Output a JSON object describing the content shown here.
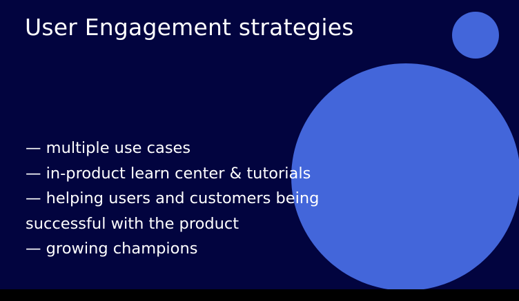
{
  "slide": {
    "title": "User Engagement strategies",
    "bullets": [
      "— multiple use cases",
      "— in-product learn center & tutorials",
      "— helping users and customers being",
      "successful with the product",
      "— growing champions"
    ],
    "colors": {
      "background": "#02043f",
      "circle": "#4366da",
      "text": "#ffffff"
    }
  }
}
